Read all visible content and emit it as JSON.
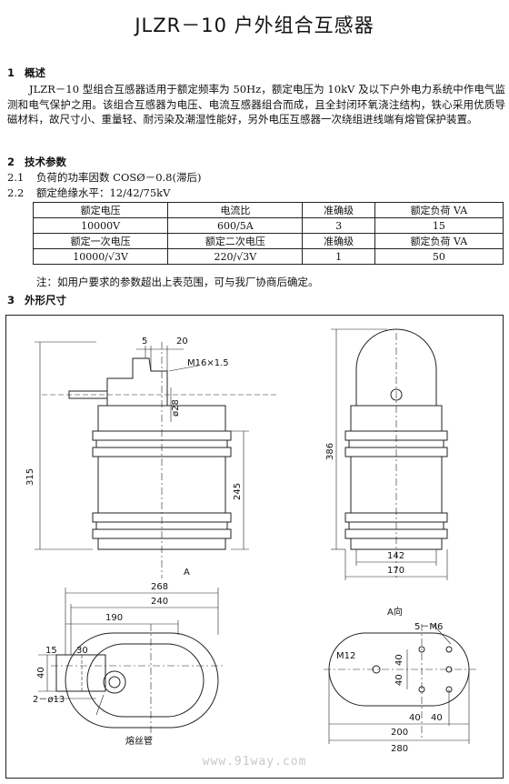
{
  "title": "JLZR－10 户外组合互感器",
  "s1": {
    "num": "1",
    "heading": "概述",
    "para": "JLZR－10 型组合互感器适用于额定频率为 50Hz，额定电压为 10kV 及以下户外电力系统中作电气监测和电气保护之用。该组合互感器为电压、电流互感器组合而成，且全封闭环氧浇注结构，铁心采用优质导磁材料，故尺寸小、重量轻、耐污染及潮湿性能好，另外电压互感器一次绕组进线端有熔管保护装置。"
  },
  "s2": {
    "num": "2",
    "heading": "技术参数",
    "item1_num": "2.1",
    "item1": "负荷的功率因数 COSØ－0.8(滞后)",
    "item2_num": "2.2",
    "item2": "额定绝缘水平：12/42/75kV"
  },
  "table": {
    "rows": [
      [
        "额定电压",
        "电流比",
        "准确级",
        "额定负荷 VA"
      ],
      [
        "10000V",
        "600/5A",
        "3",
        "15"
      ],
      [
        "额定一次电压",
        "额定二次电压",
        "准确级",
        "额定负荷 VA"
      ],
      [
        "10000/√3V",
        "220/√3V",
        "1",
        "50"
      ]
    ]
  },
  "note": "注：如用户要求的参数超出上表范围，可与我厂协商后确定。",
  "s3": {
    "num": "3",
    "heading": "外形尺寸"
  },
  "drawing": {
    "dims": {
      "d5": "5",
      "d20": "20",
      "m16": "M16×1.5",
      "dia28": "ø28",
      "d315": "315",
      "d245": "245",
      "d386": "386",
      "d142": "142",
      "d170": "170",
      "d268": "268",
      "d240": "240",
      "d190": "190",
      "d15": "15",
      "d30": "30",
      "d40": "40",
      "hole2": "2－ø13",
      "fuse": "熔丝管",
      "m6": "5－M6",
      "m12": "M12",
      "d40a": "40",
      "d40b": "40",
      "d40c": "40",
      "d40d": "40",
      "d200": "200",
      "d280": "280",
      "markA": "A",
      "markAH": "A向"
    }
  },
  "watermark": "www.91way.com"
}
